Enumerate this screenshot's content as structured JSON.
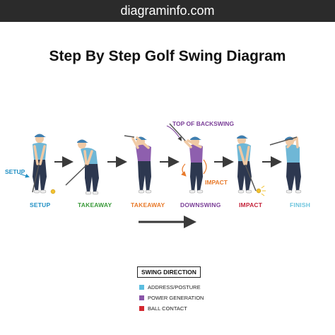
{
  "header": {
    "site": "diagraminfo.com"
  },
  "title": "Step By Step Golf Swing Diagram",
  "callouts": {
    "setup": "SETUP",
    "top_of_backswing": "TOP OF BACKSWING",
    "impact": "IMPACT"
  },
  "steps": [
    {
      "label": "SETUP",
      "color": "#1f8fc4"
    },
    {
      "label": "TAKEAWAY",
      "color": "#3a9a3a"
    },
    {
      "label": "TAKEAWAY",
      "color": "#e87a2a"
    },
    {
      "label": "DOWNSWING",
      "color": "#7b3f98"
    },
    {
      "label": "IMPACT",
      "color": "#c4233a"
    },
    {
      "label": "FINISH",
      "color": "#6cc4dd"
    }
  ],
  "legend": {
    "title": "SWING DIRECTION",
    "items": [
      {
        "label": "ADDRESS/POSTURE",
        "color": "#5bbde0"
      },
      {
        "label": "POWER GENERATION",
        "color": "#8a55a8"
      },
      {
        "label": "BALL CONTACT",
        "color": "#d4282f"
      }
    ]
  },
  "colors": {
    "shirt_blue": "#6fb7d6",
    "shirt_purple": "#8e5fae",
    "pants": "#2d3850",
    "cap": "#3f7fb0",
    "skin": "#f0c9a4",
    "ball": "#f2c230",
    "arrow": "#3a3a3a"
  }
}
